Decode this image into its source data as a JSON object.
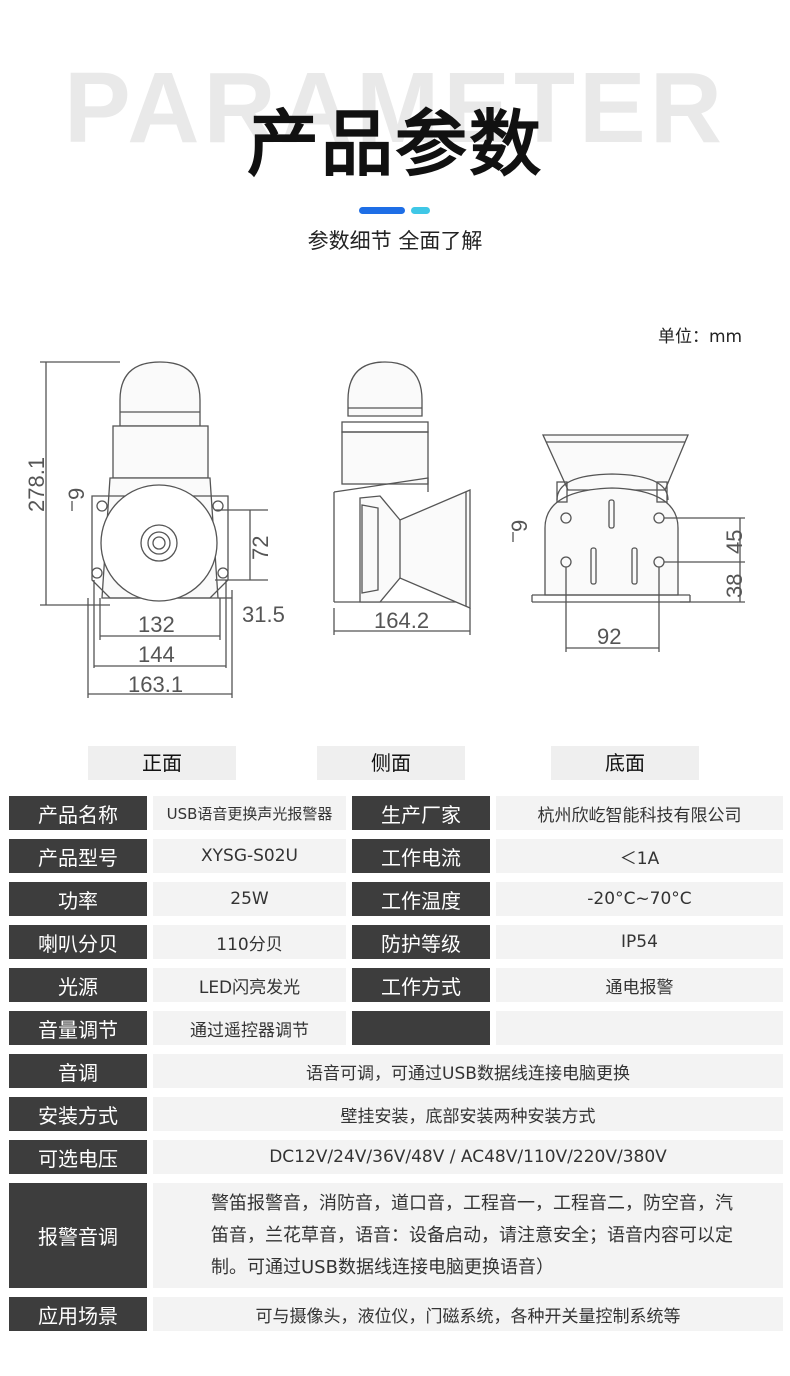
{
  "header": {
    "bg_word": "PARAMETER",
    "title": "产品参数",
    "subtitle": "参数细节 全面了解",
    "accent_colors": [
      "#1e6ee6",
      "#3fc7e6"
    ]
  },
  "unit_label": "单位：mm",
  "dimensions": {
    "front_height": "278.1",
    "front_hole": "9",
    "front_72": "72",
    "front_315": "31.5",
    "front_132": "132",
    "front_144": "144",
    "front_1631": "163.1",
    "side_1642": "164.2",
    "bottom_hole": "9",
    "bottom_45": "45",
    "bottom_38": "38",
    "bottom_92": "92"
  },
  "views": {
    "front": "正面",
    "side": "侧面",
    "bottom": "底面"
  },
  "specs": {
    "r1": {
      "k1": "产品名称",
      "v1": "USB语音更换声光报警器",
      "k2": "生产厂家",
      "v2": "杭州欣屹智能科技有限公司"
    },
    "r2": {
      "k1": "产品型号",
      "v1": "XYSG-S02U",
      "k2": "工作电流",
      "v2": "＜1A"
    },
    "r3": {
      "k1": "功率",
      "v1": "25W",
      "k2": "工作温度",
      "v2": "-20°C~70°C"
    },
    "r4": {
      "k1": "喇叭分贝",
      "v1": "110分贝",
      "k2": "防护等级",
      "v2": "IP54"
    },
    "r5": {
      "k1": "光源",
      "v1": "LED闪亮发光",
      "k2": "工作方式",
      "v2": "通电报警"
    },
    "r6": {
      "k1": "音量调节",
      "v1": "通过遥控器调节",
      "k2": "",
      "v2": ""
    },
    "r7": {
      "k": "音调",
      "v": "语音可调，可通过USB数据线连接电脑更换"
    },
    "r8": {
      "k": "安装方式",
      "v": "壁挂安装，底部安装两种安装方式"
    },
    "r9": {
      "k": "可选电压",
      "v": "DC12V/24V/36V/48V / AC48V/110V/220V/380V"
    },
    "r10": {
      "k": "报警音调",
      "v": "警笛报警音，消防音，道口音，工程音一，工程音二，防空音，汽笛音，兰花草音，语音：设备启动，请注意安全；语音内容可以定制。可通过USB数据线连接电脑更换语音）"
    },
    "r11": {
      "k": "应用场景",
      "v": "可与摄像头，液位仪，门磁系统，各种开关量控制系统等"
    }
  }
}
